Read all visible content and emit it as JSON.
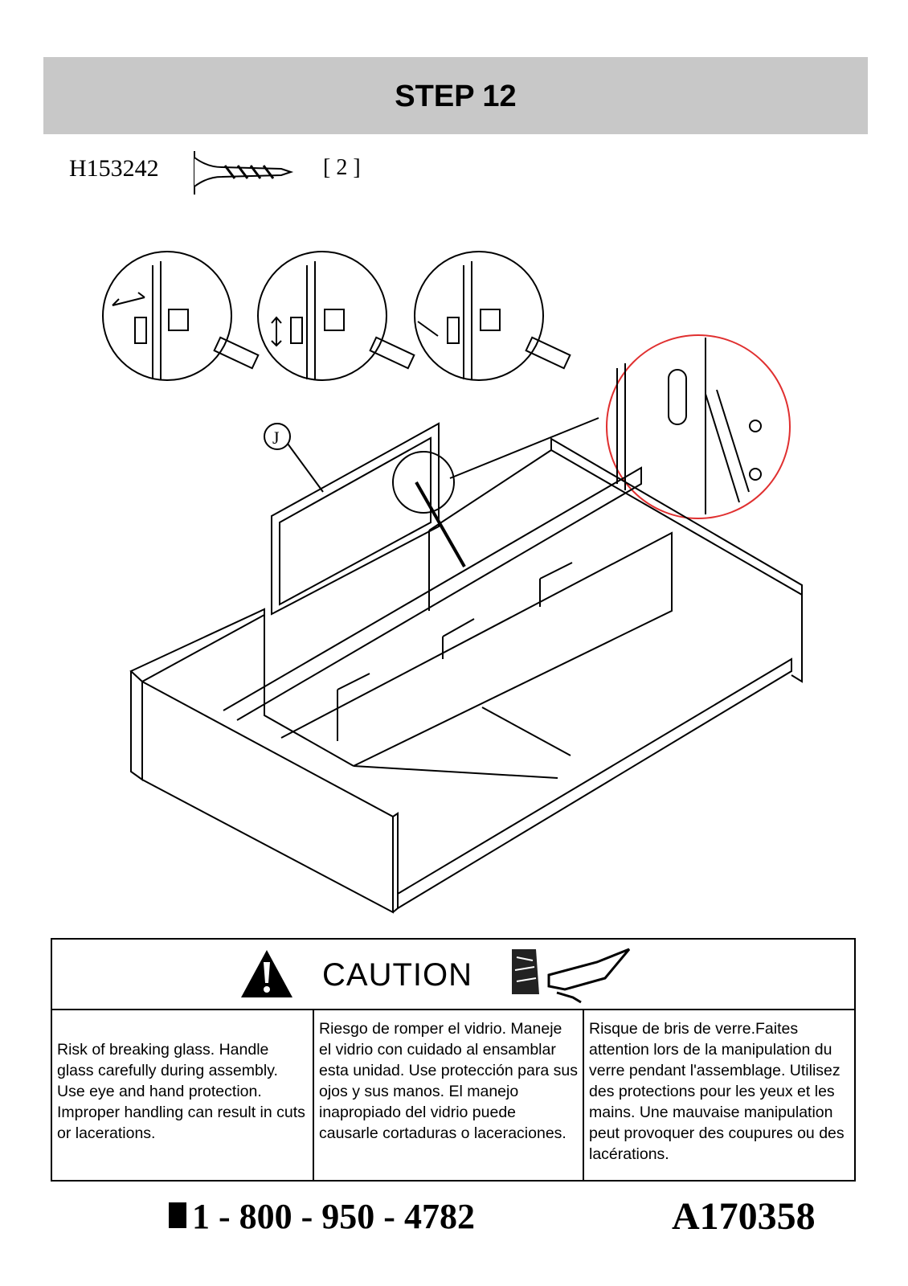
{
  "step": {
    "title": "STEP 12"
  },
  "hardware": {
    "part_code": "H153242",
    "quantity": "[ 2 ]",
    "icon": "screw-icon"
  },
  "diagram": {
    "part_label": "J"
  },
  "caution": {
    "heading": "CAUTION",
    "english": "Risk of breaking glass. Handle glass carefully during assembly. Use eye and hand protection. Improper handling can result in cuts or lacerations.",
    "spanish": "Riesgo de romper el vidrio. Maneje el vidrio con cuidado al ensamblar esta unidad. Use protección para sus ojos y sus manos. El manejo inapropiado del vidrio puede causarle cortaduras o laceraciones.",
    "french": "Risque de bris de verre.Faites attention lors de la manipulation du verre pendant l'assemblage. Utilisez des protections pour les yeux et les mains. Une mauvaise manipulation peut provoquer des coupures ou des lacérations."
  },
  "footer": {
    "phone": "1  -  800 - 950 - 4782",
    "model": "A170358"
  }
}
